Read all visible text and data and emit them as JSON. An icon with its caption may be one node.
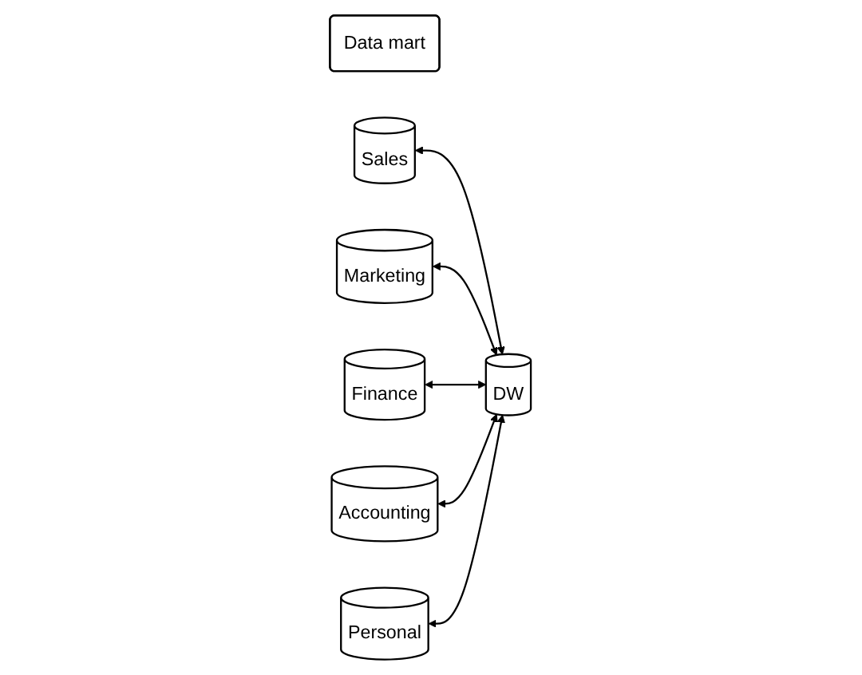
{
  "diagram": {
    "nodes": [
      {
        "text": [
          "Data mart"
        ]
      },
      {
        "text": [
          "Sales"
        ]
      },
      {
        "text": [
          "Marketing"
        ]
      },
      {
        "text": [
          "Finance"
        ]
      },
      {
        "text": [
          "Accounting"
        ]
      },
      {
        "text": [
          "Personal"
        ]
      },
      {
        "text": [
          "DW"
        ]
      }
    ],
    "edges": [
      {
        "from": 1,
        "to": 6,
        "arrow": "both"
      },
      {
        "from": 2,
        "to": 6,
        "arrow": "both"
      },
      {
        "from": 3,
        "to": 6,
        "arrow": "both"
      },
      {
        "from": 4,
        "to": 6,
        "arrow": "both"
      },
      {
        "from": 5,
        "to": 6,
        "arrow": "both"
      }
    ]
  }
}
